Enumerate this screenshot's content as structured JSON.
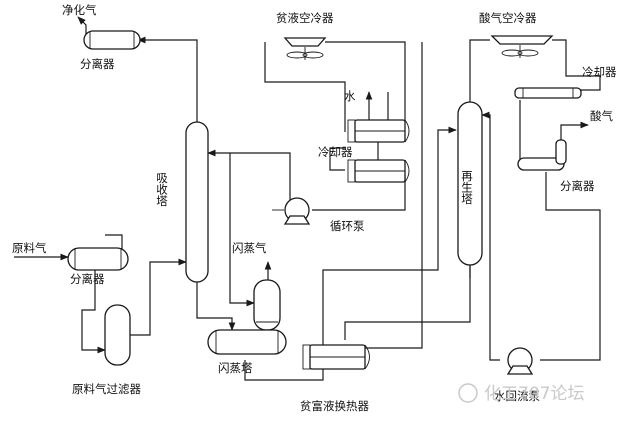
{
  "labels": {
    "purified_gas": "净化气",
    "separator_top": "分离器",
    "lean_air_cooler": "贫液空冷器",
    "acid_air_cooler": "酸气空冷器",
    "cooler_right": "冷却器",
    "acid_gas": "酸气",
    "water": "水",
    "cooler_mid": "冷却器",
    "absorber": "吸收塔",
    "regenerator": "再生塔",
    "circulation_pump": "循环泵",
    "separator_right": "分离器",
    "feed_gas": "原料气",
    "separator_left": "分离器",
    "flash_gas": "闪蒸气",
    "feed_filter": "原料气过滤器",
    "flash_tank": "闪蒸塔",
    "lean_rich_exchanger": "贫富液换热器",
    "reflux_pump": "水回流泵"
  },
  "watermark": "化工707论坛",
  "colors": {
    "stroke": "#1a1a1a",
    "watermark": "#c9c9c9"
  }
}
